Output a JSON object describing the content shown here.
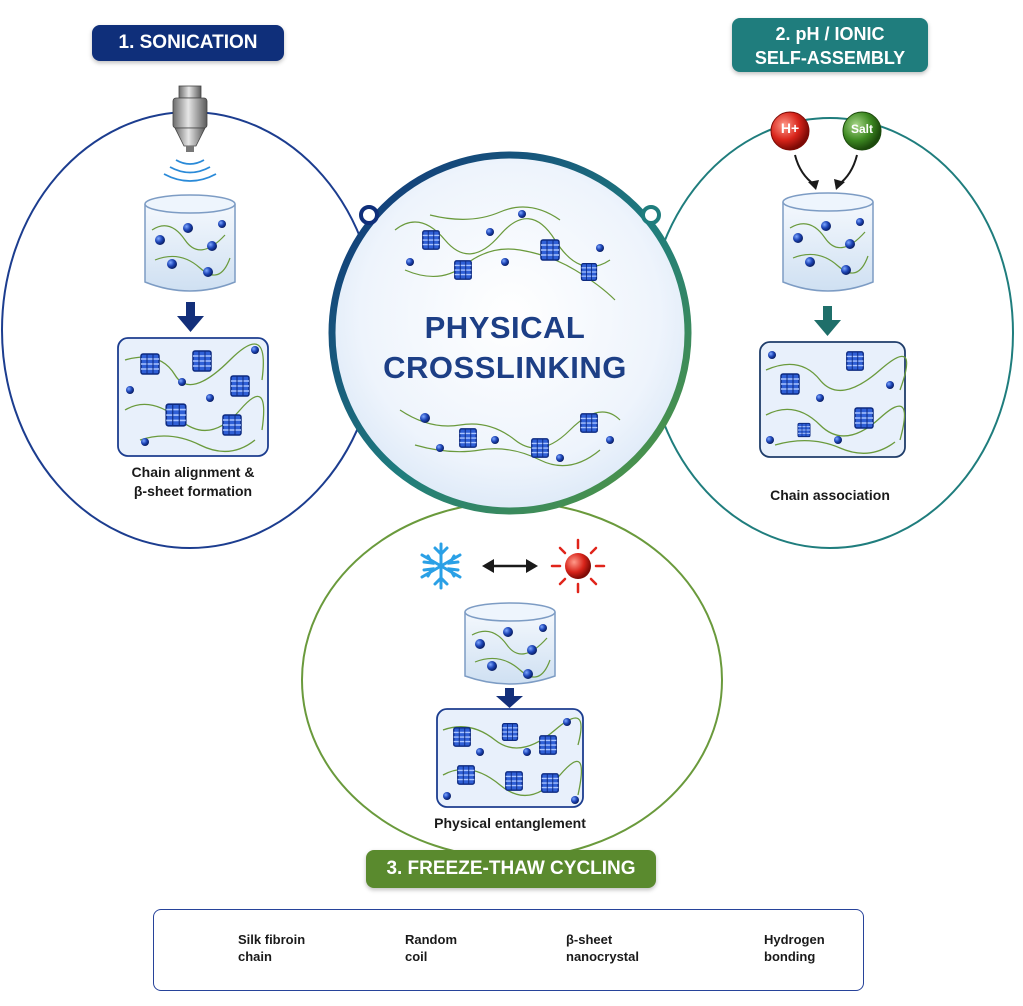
{
  "stages": {
    "sonication": {
      "title": "1. SONICATION",
      "caption_line1": "Chain alignment &",
      "caption_line2": "β-sheet formation",
      "color": "#0f2f7a"
    },
    "ionic": {
      "title_line1": "2. pH / IONIC",
      "title_line2": "SELF-ASSEMBLY",
      "caption": "Chain association",
      "color": "#1f7d7d",
      "badge_acid": "H+",
      "badge_salt": "Salt"
    },
    "freeze": {
      "title": "3. FREEZE-THAW CYCLING",
      "caption": "Physical entanglement",
      "color": "#5a8a2e"
    }
  },
  "center": {
    "line1": "PHYSICAL",
    "line2": "CROSSLINKING",
    "color": "#1d3f86"
  },
  "legend": {
    "items": [
      {
        "label_line1": "Silk fibroin",
        "label_line2": "chain",
        "icon": "wavy-line-icon"
      },
      {
        "label_line1": "Random",
        "label_line2": "coil",
        "icon": "sphere-icon"
      },
      {
        "label_line1": "β-sheet",
        "label_line2": "nanocrystal",
        "icon": "crystal-icon"
      },
      {
        "label_line1": "Hydrogen",
        "label_line2": "bonding",
        "icon": "dashed-line-icon"
      }
    ]
  }
}
